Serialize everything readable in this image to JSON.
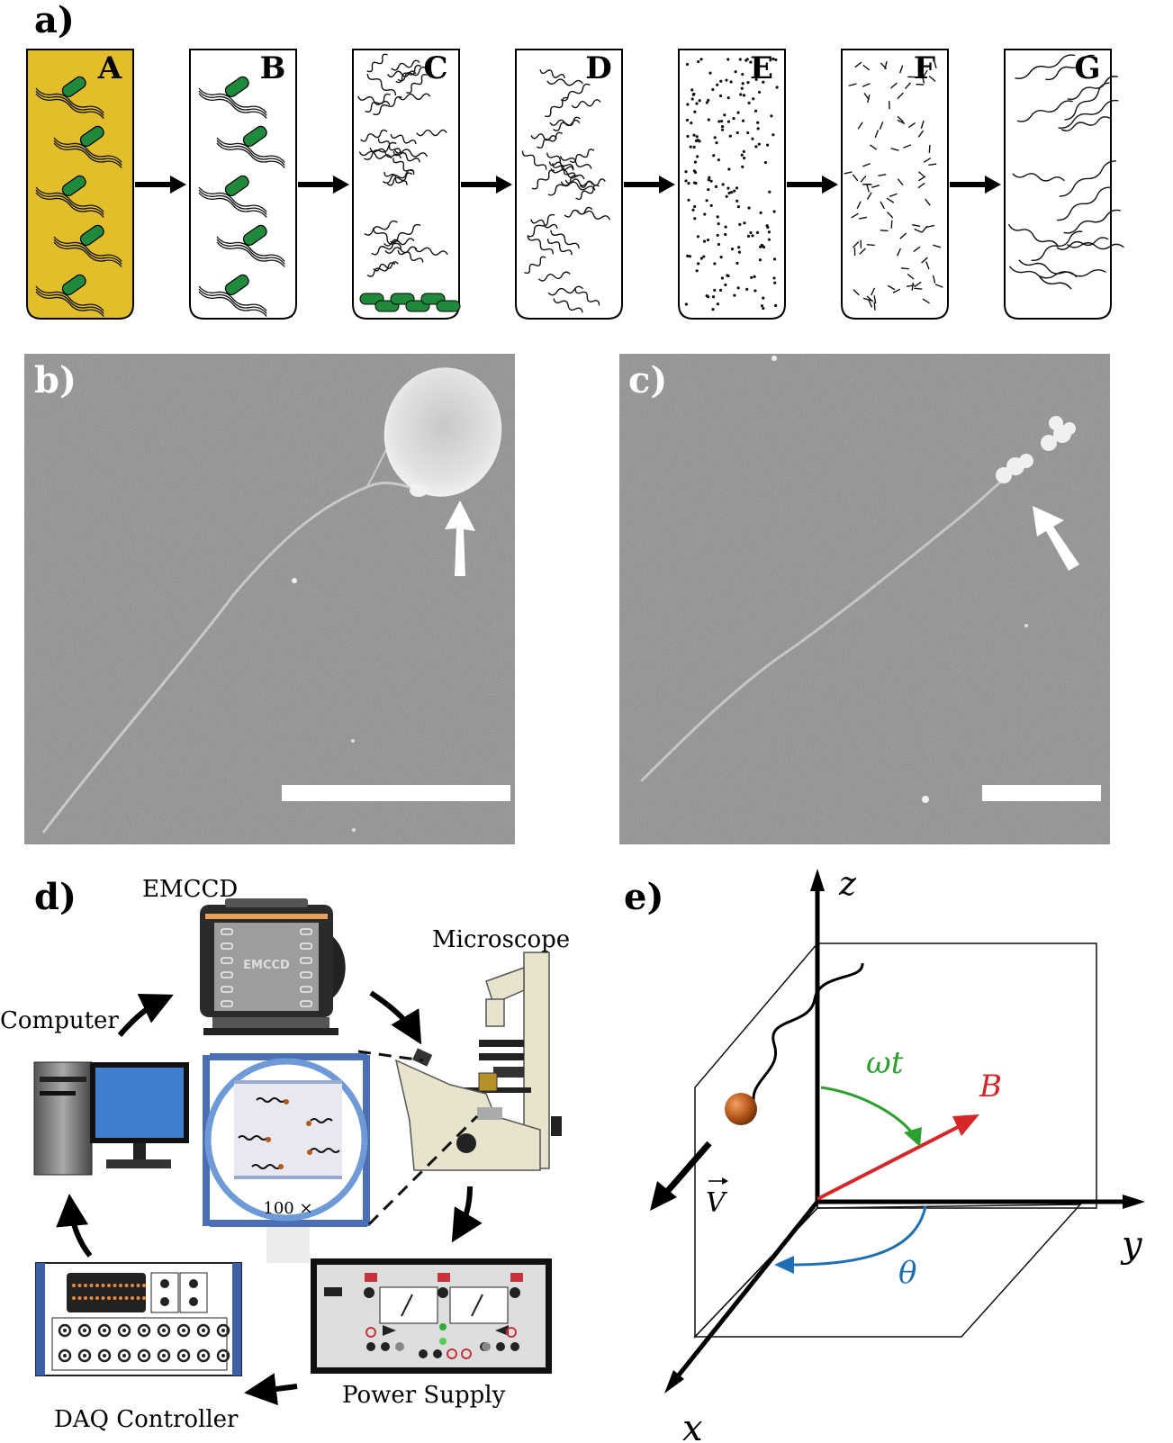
{
  "panels": {
    "a": {
      "label": "a)",
      "tubes": [
        "A",
        "B",
        "C",
        "D",
        "E",
        "F",
        "G"
      ]
    },
    "b": {
      "label": "b)"
    },
    "c": {
      "label": "c)"
    },
    "d": {
      "label": "d)",
      "emccd": "EMCCD",
      "emccd_body": "EMCCD",
      "microscope": "Microscope",
      "computer": "Computer",
      "daq": "DAQ Controller",
      "power": "Power Supply",
      "mag": "100 ×"
    },
    "e": {
      "label": "e)",
      "z": "z",
      "y": "y",
      "x": "x",
      "omega": "ωt",
      "B": "B",
      "theta": "θ",
      "V": "V"
    }
  },
  "colors": {
    "culture": "#E3BE2B",
    "bacteria": "#1f8a3b",
    "sem_bg": "#8f8f8f",
    "field_B": "#d62728",
    "omega": "#2ca02c",
    "theta": "#1f6fb5",
    "monitor": "#3f7fce",
    "bead": "#b5561b"
  }
}
